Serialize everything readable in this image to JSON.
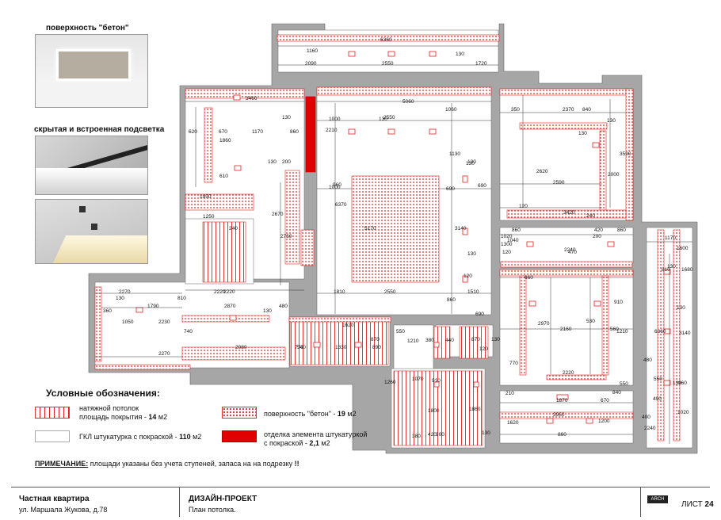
{
  "photos": [
    {
      "label": "поверхность \"бетон\"",
      "icon": "concrete-ceiling-photo"
    },
    {
      "label": "скрытая и встроенная подсветка",
      "icon": "hidden-lighting-photo",
      "icon2": "built-in-lighting-photo"
    }
  ],
  "legend": {
    "title": "Условные обозначения:",
    "items": [
      {
        "line1": "натяжной потолок",
        "line2": "площадь покрытия - ",
        "value": "14",
        "unit": " м2"
      },
      {
        "line1": "ГКЛ  штукатурка с покраской - ",
        "value": "110",
        "unit": " м2"
      },
      {
        "line1": "поверхность \"бетон\" - ",
        "value": "19",
        "unit": " м2"
      },
      {
        "line1": "отделка элемента штукатуркой",
        "line2": "с покраской  - ",
        "value": "2,1",
        "unit": " м2"
      }
    ],
    "colors": {
      "stretch": "#e02020",
      "concrete": "#e02020",
      "plaster_red": "#e00000",
      "wall": "#a6a6a6"
    }
  },
  "note": {
    "label": "ПРИМЕЧАНИЕ:",
    "text": " площади указаны без учета ступеней, запаса на на подрезку ",
    "end": "!!"
  },
  "title_block": {
    "project": "Частная квартира",
    "address": "ул. Маршала Жукова, д.78",
    "stage": "ДИЗАЙН-ПРОЕКТ",
    "sheet_name": "План потолка.",
    "sheet_label": "ЛИСТ",
    "sheet_no": "24",
    "logo": "ARCH"
  },
  "dims": [
    "6360",
    "1160",
    "2090",
    "2550",
    "1720",
    "130",
    "3460",
    "5060",
    "2370",
    "350",
    "840",
    "130",
    "620",
    "670",
    "1170",
    "860",
    "130",
    "1860",
    "130",
    "1000",
    "2550",
    "1060",
    "2210",
    "1130",
    "130",
    "3590",
    "1000",
    "200",
    "130",
    "2620",
    "2590",
    "2000",
    "130",
    "610",
    "6370",
    "690",
    "120",
    "130",
    "3420",
    "240",
    "1950",
    "1250",
    "2750",
    "3140",
    "690",
    "1020",
    "860",
    "420",
    "2240",
    "470",
    "860",
    "120",
    "2670",
    "5170",
    "240",
    "2220",
    "1170",
    "1600",
    "130",
    "770",
    "2270",
    "2220",
    "1810",
    "2550",
    "1510",
    "130",
    "1790",
    "810",
    "2870",
    "480",
    "130",
    "360",
    "1050",
    "2230",
    "740",
    "1620",
    "1330",
    "890",
    "770",
    "2080",
    "870",
    "540",
    "530",
    "2970",
    "2160",
    "560",
    "6360",
    "3140",
    "2270",
    "550",
    "130",
    "1210",
    "2220",
    "1260",
    "380",
    "440",
    "870",
    "1070",
    "1800",
    "1860",
    "210",
    "1870",
    "670",
    "840",
    "550",
    "490",
    "960",
    "400",
    "2240",
    "3960",
    "860",
    "1620",
    "1020",
    "1300",
    "420",
    "200",
    "910",
    "1040",
    "960",
    "860",
    "300",
    "380",
    "130",
    "910",
    "120",
    "130",
    "130",
    "550",
    "120",
    "690",
    "1200",
    "1210",
    "480",
    "810",
    "1680",
    "130",
    "660"
  ]
}
